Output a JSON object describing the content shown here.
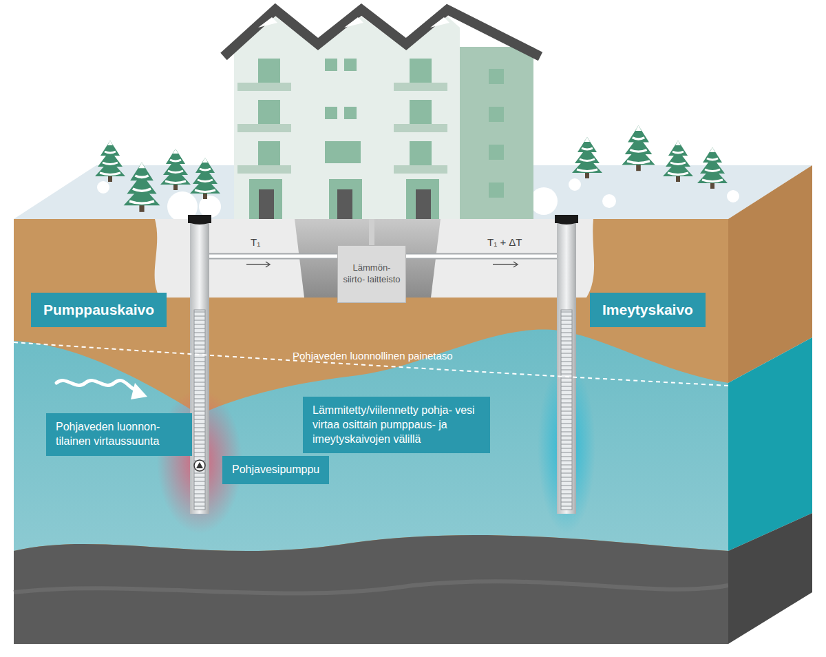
{
  "diagram": {
    "nodes": [
      {
        "text": [
          "Pumppauskaivo"
        ]
      },
      {
        "text": [
          "Lämmön- siirto- laitteisto"
        ]
      },
      {
        "text": [
          "Imeytyskaivo"
        ]
      },
      {
        "text": [
          "Pohjaveden luonnon- tilainen virtaussuunta"
        ]
      },
      {
        "text": [
          "Lämmitetty/viilennetty pohja- vesi virtaa osittain pumppaus- ja imeytyskaivojen välillä"
        ]
      },
      {
        "text": [
          "Pohjavesipumppu"
        ]
      }
    ],
    "labels": [
      "T₁",
      "T₁ + ΔT",
      "Pohjaveden luonnollinen painetaso"
    ]
  }
}
